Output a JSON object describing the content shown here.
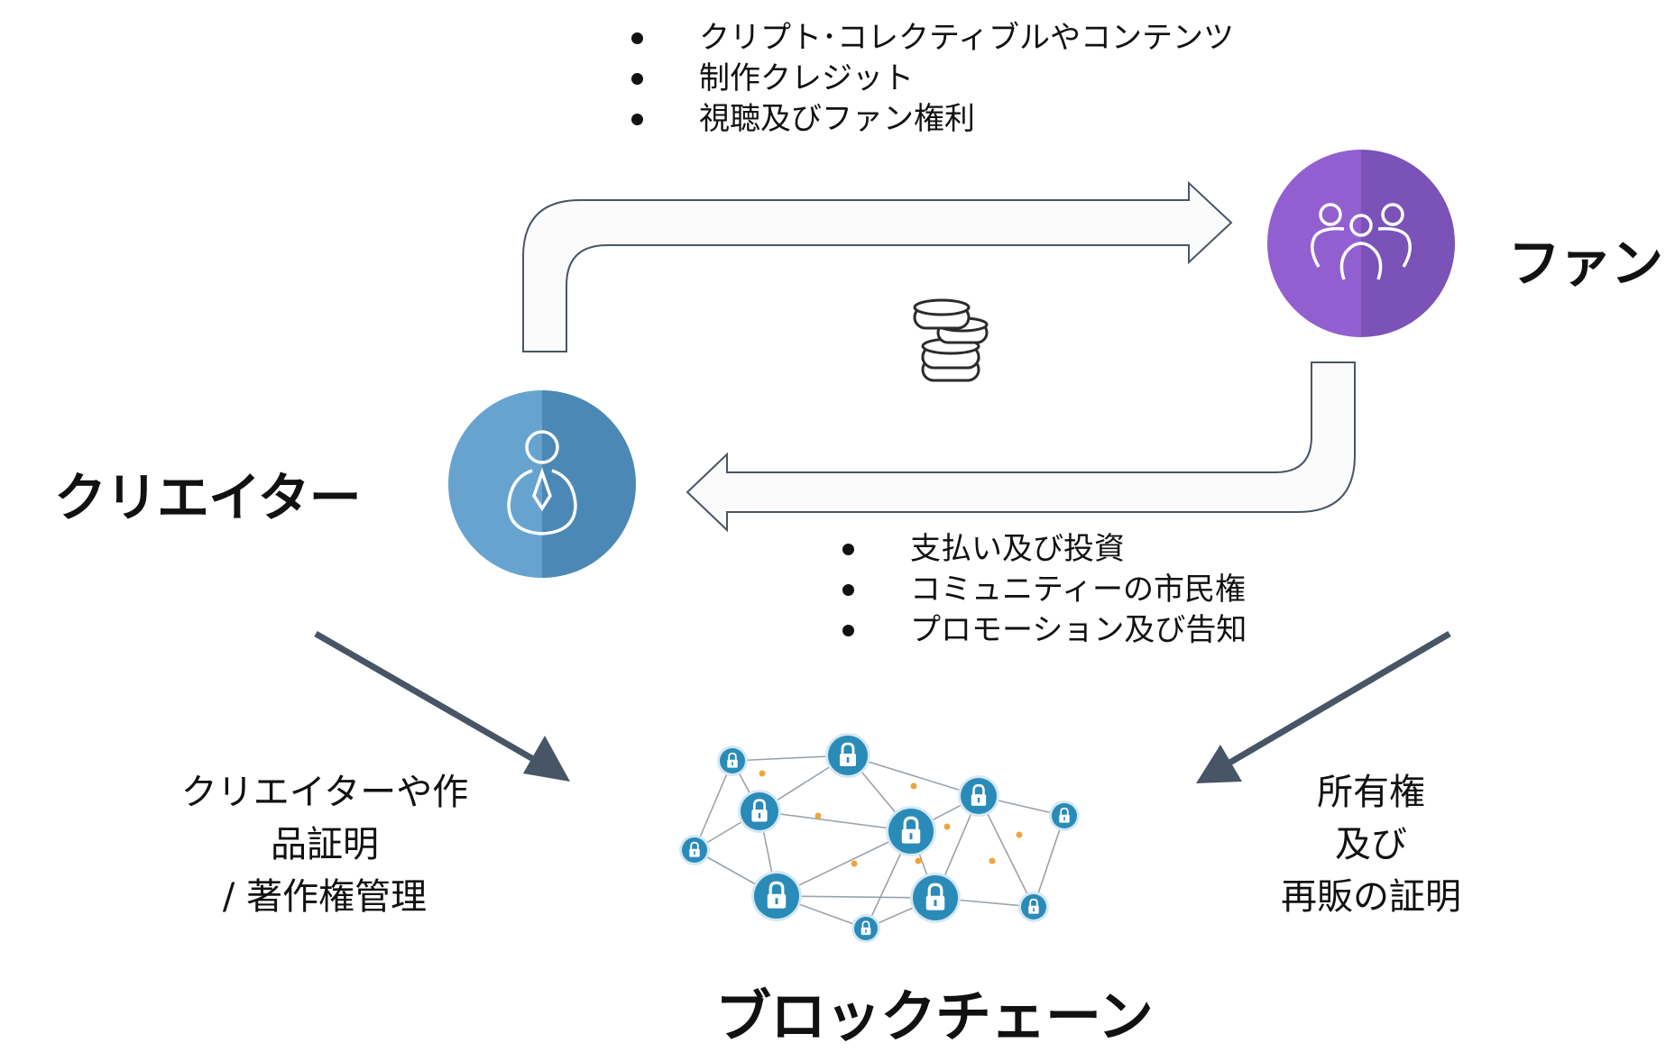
{
  "top_flow": {
    "items": [
      "クリプト･コレクティブルやコンテンツ",
      "制作クレジット",
      "視聴及びファン権利"
    ]
  },
  "bottom_flow": {
    "items": [
      "支払い及び投資",
      "コミュニティーの市民権",
      "プロモーション及び告知"
    ]
  },
  "actors": {
    "creator": {
      "label": "クリエイター",
      "color": "#5b98c4",
      "icon": "creator-person-icon"
    },
    "fan": {
      "label": "ファン",
      "color": "#8558c3",
      "icon": "group-people-icon"
    },
    "blockchain": {
      "label": "ブロックチェーン",
      "icon": "lock-network-icon"
    }
  },
  "creator_to_blockchain": {
    "lines": [
      "クリエイターや作",
      "品証明",
      "/ 著作権管理"
    ]
  },
  "fan_to_blockchain": {
    "lines": [
      "所有権",
      "及び",
      "再販の証明"
    ]
  },
  "icons": {
    "coins": "coin-stack-icon"
  },
  "colors": {
    "arrow_fill": "#fbfbfc",
    "arrow_stroke": "#4a5563",
    "diagonal_arrow": "#485566",
    "node": "#2a8bb8",
    "node_dot": "#f0a53a",
    "link": "#9aa3ab"
  }
}
